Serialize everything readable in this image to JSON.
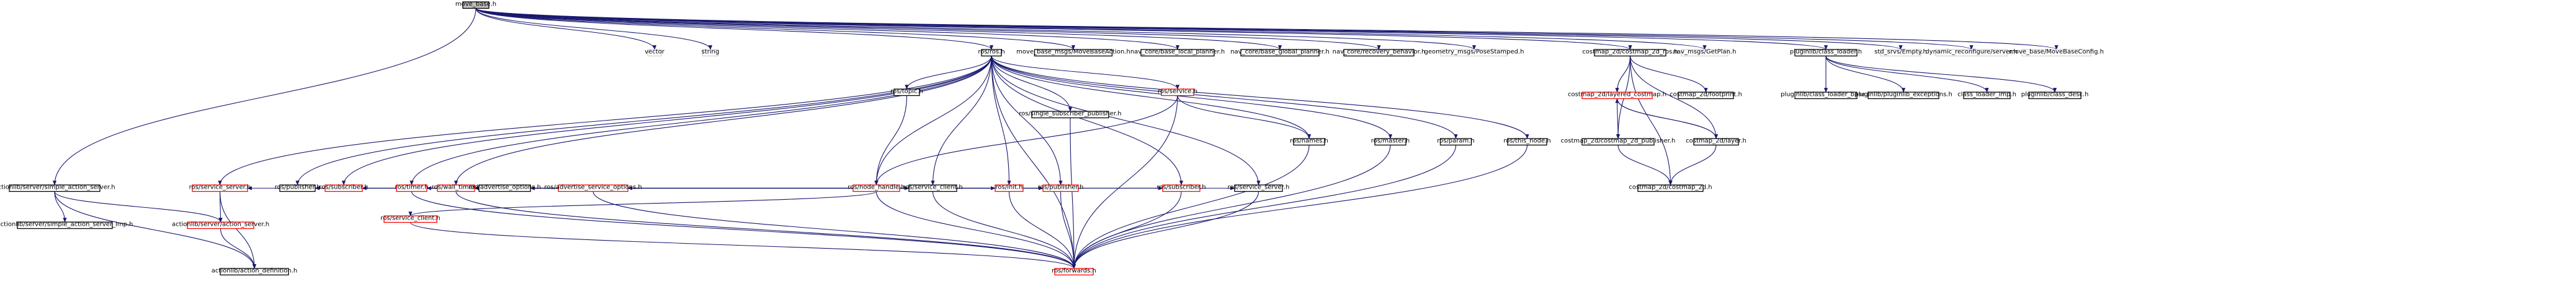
{
  "colors": {
    "edge": "#191970",
    "root_fill": "#bfbfbf",
    "node_border": "#000000",
    "plain_border": "#d3d3d3",
    "linked_border": "#ff0000"
  },
  "nodes": [
    {
      "id": "root",
      "label": "move_base.h",
      "style": "root"
    },
    {
      "id": "vector",
      "label": "vector",
      "style": "plain"
    },
    {
      "id": "string",
      "label": "string",
      "style": "plain"
    },
    {
      "id": "ros_h",
      "label": "ros/ros.h",
      "style": "normal"
    },
    {
      "id": "mbaction",
      "label": "move_base_msgs/MoveBaseAction.h",
      "style": "normal"
    },
    {
      "id": "blp",
      "label": "nav_core/base_local_planner.h",
      "style": "normal"
    },
    {
      "id": "bgp",
      "label": "nav_core/base_global_planner.h",
      "style": "normal"
    },
    {
      "id": "recov",
      "label": "nav_core/recovery_behavior.h",
      "style": "normal"
    },
    {
      "id": "pose",
      "label": "geometry_msgs/PoseStamped.h",
      "style": "plain"
    },
    {
      "id": "cm2dros",
      "label": "costmap_2d/costmap_2d_ros.h",
      "style": "normal"
    },
    {
      "id": "getplan",
      "label": "nav_msgs/GetPlan.h",
      "style": "plain"
    },
    {
      "id": "classloader",
      "label": "pluginlib/class_loader.h",
      "style": "normal"
    },
    {
      "id": "empty",
      "label": "std_srvs/Empty.h",
      "style": "plain"
    },
    {
      "id": "dynreconf",
      "label": "dynamic_reconfigure/server.h",
      "style": "plain"
    },
    {
      "id": "mbconfig",
      "label": "move_base/MoveBaseConfig.h",
      "style": "plain"
    },
    {
      "id": "topic",
      "label": "ros/topic.h",
      "style": "normal"
    },
    {
      "id": "service_h",
      "label": "ros/service.h",
      "style": "linked"
    },
    {
      "id": "ssp",
      "label": "ros/single_subscriber_publisher.h",
      "style": "normal"
    },
    {
      "id": "names",
      "label": "ros/names.h",
      "style": "normal"
    },
    {
      "id": "master",
      "label": "ros/master.h",
      "style": "normal"
    },
    {
      "id": "param",
      "label": "ros/param.h",
      "style": "normal"
    },
    {
      "id": "thisnode",
      "label": "ros/this_node.h",
      "style": "normal"
    },
    {
      "id": "nodehandle",
      "label": "ros/node_handle.h",
      "style": "linked"
    },
    {
      "id": "layeredcm",
      "label": "costmap_2d/layered_costmap.h",
      "style": "linked"
    },
    {
      "id": "footprint",
      "label": "costmap_2d/footprint.h",
      "style": "normal"
    },
    {
      "id": "cmpub",
      "label": "costmap_2d/costmap_2d_publisher.h",
      "style": "normal"
    },
    {
      "id": "layer",
      "label": "costmap_2d/layer.h",
      "style": "normal"
    },
    {
      "id": "cm2d",
      "label": "costmap_2d/costmap_2d.h",
      "style": "normal"
    },
    {
      "id": "clbase",
      "label": "pluginlib/class_loader_base.h",
      "style": "normal"
    },
    {
      "id": "plexc",
      "label": "pluginlib/pluginlib_exceptions.h",
      "style": "normal"
    },
    {
      "id": "climp",
      "label": "class_loader_imp.h",
      "style": "normal"
    },
    {
      "id": "cldesc",
      "label": "pluginlib/class_desc.h",
      "style": "normal"
    },
    {
      "id": "sas",
      "label": "actionlib/server/simple_action_server.h",
      "style": "normal"
    },
    {
      "id": "servsrv",
      "label": "ros/service_server.h",
      "style": "linked"
    },
    {
      "id": "publisher_h",
      "label": "ros/publisher.h",
      "style": "normal"
    },
    {
      "id": "subscriber_h",
      "label": "ros/subscriber.h",
      "style": "linked"
    },
    {
      "id": "timer",
      "label": "ros/timer.h",
      "style": "linked"
    },
    {
      "id": "walltimer",
      "label": "ros/wall_timer.h",
      "style": "linked"
    },
    {
      "id": "advopts",
      "label": "ros/advertise_options.h",
      "style": "normal"
    },
    {
      "id": "advsrvopts",
      "label": "ros/advertise_service_options.h",
      "style": "linked"
    },
    {
      "id": "servclient",
      "label": "ros/service_client.h",
      "style": "normal"
    },
    {
      "id": "init",
      "label": "ros/init.h",
      "style": "linked"
    },
    {
      "id": "publisher2",
      "label": "ros/publisher.h",
      "style": "linked"
    },
    {
      "id": "subscriber2",
      "label": "ros/subscriber.h",
      "style": "linked"
    },
    {
      "id": "srvserver",
      "label": "ros/service_server.h",
      "style": "normal"
    },
    {
      "id": "sasimp",
      "label": "actionlib/server/simple_action_server_imp.h",
      "style": "normal"
    },
    {
      "id": "actionserver",
      "label": "actionlib/server/action_server.h",
      "style": "linked"
    },
    {
      "id": "servclient2",
      "label": "ros/service_client.h",
      "style": "linked"
    },
    {
      "id": "forwards",
      "label": "ros/forwards.h",
      "style": "linked"
    },
    {
      "id": "actiondef",
      "label": "actionlib/action_definition.h",
      "style": "normal"
    }
  ],
  "edges": [
    [
      "root",
      "vector"
    ],
    [
      "root",
      "string"
    ],
    [
      "root",
      "ros_h"
    ],
    [
      "root",
      "mbaction"
    ],
    [
      "root",
      "blp"
    ],
    [
      "root",
      "bgp"
    ],
    [
      "root",
      "recov"
    ],
    [
      "root",
      "pose"
    ],
    [
      "root",
      "cm2dros"
    ],
    [
      "root",
      "getplan"
    ],
    [
      "root",
      "classloader"
    ],
    [
      "root",
      "empty"
    ],
    [
      "root",
      "dynreconf"
    ],
    [
      "root",
      "mbconfig"
    ],
    [
      "root",
      "sas"
    ],
    [
      "ros_h",
      "topic"
    ],
    [
      "ros_h",
      "service_h"
    ],
    [
      "ros_h",
      "ssp"
    ],
    [
      "ros_h",
      "names"
    ],
    [
      "ros_h",
      "master"
    ],
    [
      "ros_h",
      "param"
    ],
    [
      "ros_h",
      "thisnode"
    ],
    [
      "ros_h",
      "nodehandle"
    ],
    [
      "ros_h",
      "servsrv"
    ],
    [
      "ros_h",
      "publisher_h"
    ],
    [
      "ros_h",
      "subscriber_h"
    ],
    [
      "ros_h",
      "timer"
    ],
    [
      "ros_h",
      "walltimer"
    ],
    [
      "ros_h",
      "init"
    ],
    [
      "ros_h",
      "publisher2"
    ],
    [
      "ros_h",
      "subscriber2"
    ],
    [
      "ros_h",
      "srvserver"
    ],
    [
      "ros_h",
      "forwards"
    ],
    [
      "ros_h",
      "servclient"
    ],
    [
      "topic",
      "nodehandle"
    ],
    [
      "service_h",
      "nodehandle"
    ],
    [
      "service_h",
      "names"
    ],
    [
      "service_h",
      "forwards"
    ],
    [
      "ssp",
      "forwards"
    ],
    [
      "nodehandle",
      "servsrv"
    ],
    [
      "nodehandle",
      "publisher_h"
    ],
    [
      "nodehandle",
      "subscriber_h"
    ],
    [
      "nodehandle",
      "timer"
    ],
    [
      "nodehandle",
      "walltimer"
    ],
    [
      "nodehandle",
      "advopts"
    ],
    [
      "nodehandle",
      "advsrvopts"
    ],
    [
      "nodehandle",
      "servclient"
    ],
    [
      "nodehandle",
      "init"
    ],
    [
      "nodehandle",
      "publisher2"
    ],
    [
      "nodehandle",
      "subscriber2"
    ],
    [
      "nodehandle",
      "srvserver"
    ],
    [
      "nodehandle",
      "servclient2"
    ],
    [
      "nodehandle",
      "forwards"
    ],
    [
      "names",
      "forwards"
    ],
    [
      "master",
      "forwards"
    ],
    [
      "param",
      "forwards"
    ],
    [
      "thisnode",
      "forwards"
    ],
    [
      "servsrv",
      "actionserver"
    ],
    [
      "servsrv",
      "actiondef"
    ],
    [
      "timer",
      "forwards"
    ],
    [
      "walltimer",
      "forwards"
    ],
    [
      "advsrvopts",
      "forwards"
    ],
    [
      "servclient",
      "forwards"
    ],
    [
      "init",
      "forwards"
    ],
    [
      "publisher2",
      "forwards"
    ],
    [
      "subscriber2",
      "forwards"
    ],
    [
      "srvserver",
      "forwards"
    ],
    [
      "servclient2",
      "forwards"
    ],
    [
      "sas",
      "sasimp"
    ],
    [
      "sas",
      "actionserver"
    ],
    [
      "sas",
      "actiondef"
    ],
    [
      "actionserver",
      "actiondef"
    ],
    [
      "cm2dros",
      "layeredcm"
    ],
    [
      "cm2dros",
      "footprint"
    ],
    [
      "cm2dros",
      "layer"
    ],
    [
      "cm2dros",
      "cmpub"
    ],
    [
      "cm2dros",
      "cm2d"
    ],
    [
      "layeredcm",
      "layer"
    ],
    [
      "layeredcm",
      "cmpub"
    ],
    [
      "layer",
      "layeredcm"
    ],
    [
      "layer",
      "cm2d"
    ],
    [
      "cmpub",
      "cm2d"
    ],
    [
      "classloader",
      "clbase"
    ],
    [
      "classloader",
      "plexc"
    ],
    [
      "classloader",
      "climp"
    ],
    [
      "classloader",
      "cldesc"
    ]
  ]
}
